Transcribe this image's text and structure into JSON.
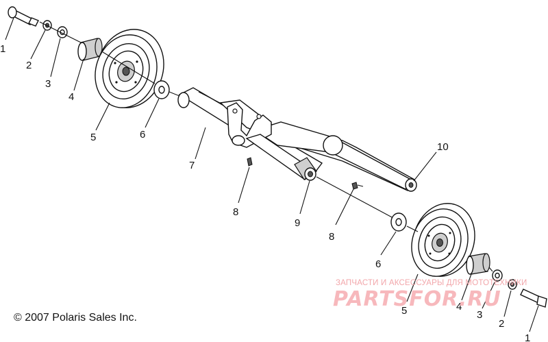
{
  "copyright": "© 2007 Polaris Sales Inc.",
  "watermark": {
    "tagline": "ЗАПЧАСТИ И АКСЕССУАРЫ ДЛЯ МОТОТЕХНИКИ",
    "brand": "PARTSFOR.RU"
  },
  "callouts": [
    "1",
    "2",
    "3",
    "4",
    "5",
    "6",
    "7",
    "8",
    "9",
    "10",
    "8",
    "6",
    "5",
    "4",
    "3",
    "2",
    "1"
  ]
}
